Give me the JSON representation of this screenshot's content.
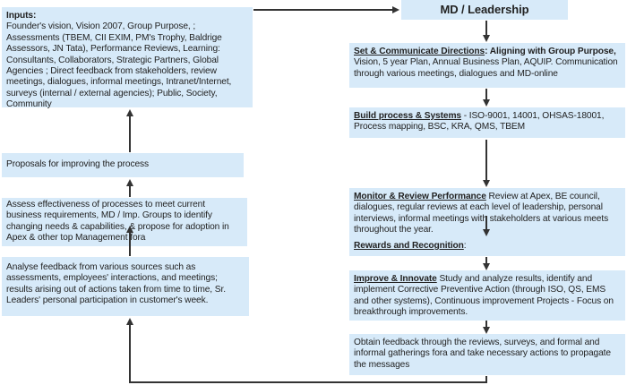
{
  "left": {
    "inputs": {
      "heading": "Inputs:",
      "text": "Founder's vision, Vision 2007, Group Purpose, ; Assessments (TBEM, CII EXIM, PM's Trophy, Baldrige Assessors, JN Tata), Performance Reviews, Learning: Consultants, Collaborators, Strategic Partners, Global Agencies ; Direct feedback from stakeholders, review meetings, dialogues, informal meetings, Intranet/Internet, surveys (internal / external agencies); Public, Society, Community"
    },
    "proposals": {
      "text": "Proposals for improving the process"
    },
    "assess": {
      "text": "Assess effectiveness of processes to meet current business requirements, MD / Imp. Groups to identify changing needs & capabilities, & propose for adoption in Apex & other top Management fora"
    },
    "analyse": {
      "text": "Analyse feedback from various sources such as assessments, employees' interactions, and meetings; results arising out of actions taken from time to time, Sr. Leaders' personal participation in customer's week."
    }
  },
  "right": {
    "md": {
      "title": "MD / Leadership"
    },
    "set": {
      "heading": "Set & Communicate Directions",
      "bold": ": Aligning with Group Purpose,",
      "text": " Vision, 5 year Plan, Annual Business Plan, AQUIP. Communication through various meetings, dialogues and MD-online"
    },
    "build": {
      "heading": "Build process & Systems",
      "text": " - ISO-9001, 14001, OHSAS-18001, Process mapping, BSC, KRA, QMS, TBEM"
    },
    "monitor": {
      "heading": "Monitor & Review Performance",
      "text": " Review at Apex, BE council, dialogues, regular reviews at each level of leadership, personal interviews, informal meetings with stakeholders at various meets throughout the year."
    },
    "rewards": {
      "heading": "Rewards and Recognition",
      "text": ":"
    },
    "improve": {
      "heading": "Improve & Innovate",
      "text": " Study and analyze results, identify and implement Corrective Preventive Action (through ISO, QS, EMS and other systems), Continuous improvement Projects - Focus on breakthrough improvements."
    },
    "obtain": {
      "text": "Obtain feedback through the reviews, surveys, and formal and informal gatherings fora and take necessary actions to propagate the messages"
    }
  },
  "colors": {
    "box_fill": "#d7eaf9",
    "arrow": "#333333"
  }
}
